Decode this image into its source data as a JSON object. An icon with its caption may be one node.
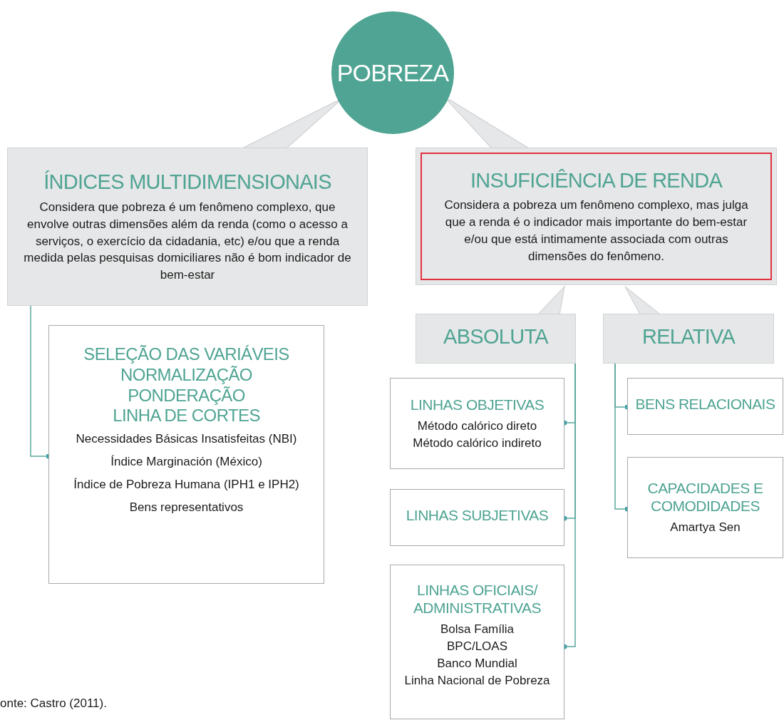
{
  "diagram": {
    "nodes": [
      {
        "text": [
          "POBREZA"
        ]
      },
      {
        "text": [
          "ÍNDICES MULTIDIMENSIONAIS",
          "Considera que pobreza é um fenômeno complexo, que envolve outras dimensões além da renda (como o acesso a serviços, o exercício da cidadania, etc) e/ou que a renda medida pelas pesquisas domiciliares não é bom indicador de bem-estar"
        ]
      },
      {
        "text": [
          "INSUFICIÊNCIA DE RENDA",
          "Considera a pobreza um fenômeno complexo, mas julga que a renda é o indicador mais importante do bem-estar e/ou que está intimamente associada com outras dimensões do fenômeno."
        ]
      },
      {
        "text": [
          "ABSOLUTA"
        ]
      },
      {
        "text": [
          "RELATIVA"
        ]
      },
      {
        "text": [
          "SELEÇÃO DAS VARIÁVEIS",
          "NORMALIZAÇÃO",
          "PONDERAÇÃO",
          "LINHA DE CORTES",
          "Necessidades Básicas Insatisfeitas (NBI)",
          "Índice Marginación (México)",
          "Índice de Pobreza Humana (IPH1 e IPH2)",
          "Bens representativos"
        ]
      },
      {
        "text": [
          "LINHAS OBJETIVAS",
          "Método calórico direto",
          "Método calórico indireto"
        ]
      },
      {
        "text": [
          "LINHAS SUBJETIVAS"
        ]
      },
      {
        "text": [
          "LINHAS OFICIAIS/ ADMINISTRATIVAS",
          "Bolsa Família",
          "BPC/LOAS",
          "Banco Mundial",
          "Linha Nacional de Pobreza"
        ]
      },
      {
        "text": [
          "BENS RELACIONAIS"
        ]
      },
      {
        "text": [
          "CAPACIDADES E COMODIDADES",
          "Amartya Sen"
        ]
      }
    ],
    "edges": [
      {
        "from": 0,
        "to": 1,
        "arrow": "none"
      },
      {
        "from": 0,
        "to": 2,
        "arrow": "none"
      },
      {
        "from": 3,
        "to": 2,
        "arrow": "to"
      },
      {
        "from": 4,
        "to": 2,
        "arrow": "to"
      },
      {
        "from": 1,
        "to": 5,
        "arrow": "other"
      },
      {
        "from": 3,
        "to": 6,
        "arrow": "other"
      },
      {
        "from": 3,
        "to": 7,
        "arrow": "other"
      },
      {
        "from": 3,
        "to": 8,
        "arrow": "other"
      },
      {
        "from": 4,
        "to": 9,
        "arrow": "other"
      },
      {
        "from": 4,
        "to": 10,
        "arrow": "other"
      }
    ],
    "labels": [
      "onte: Castro (2011)."
    ]
  }
}
